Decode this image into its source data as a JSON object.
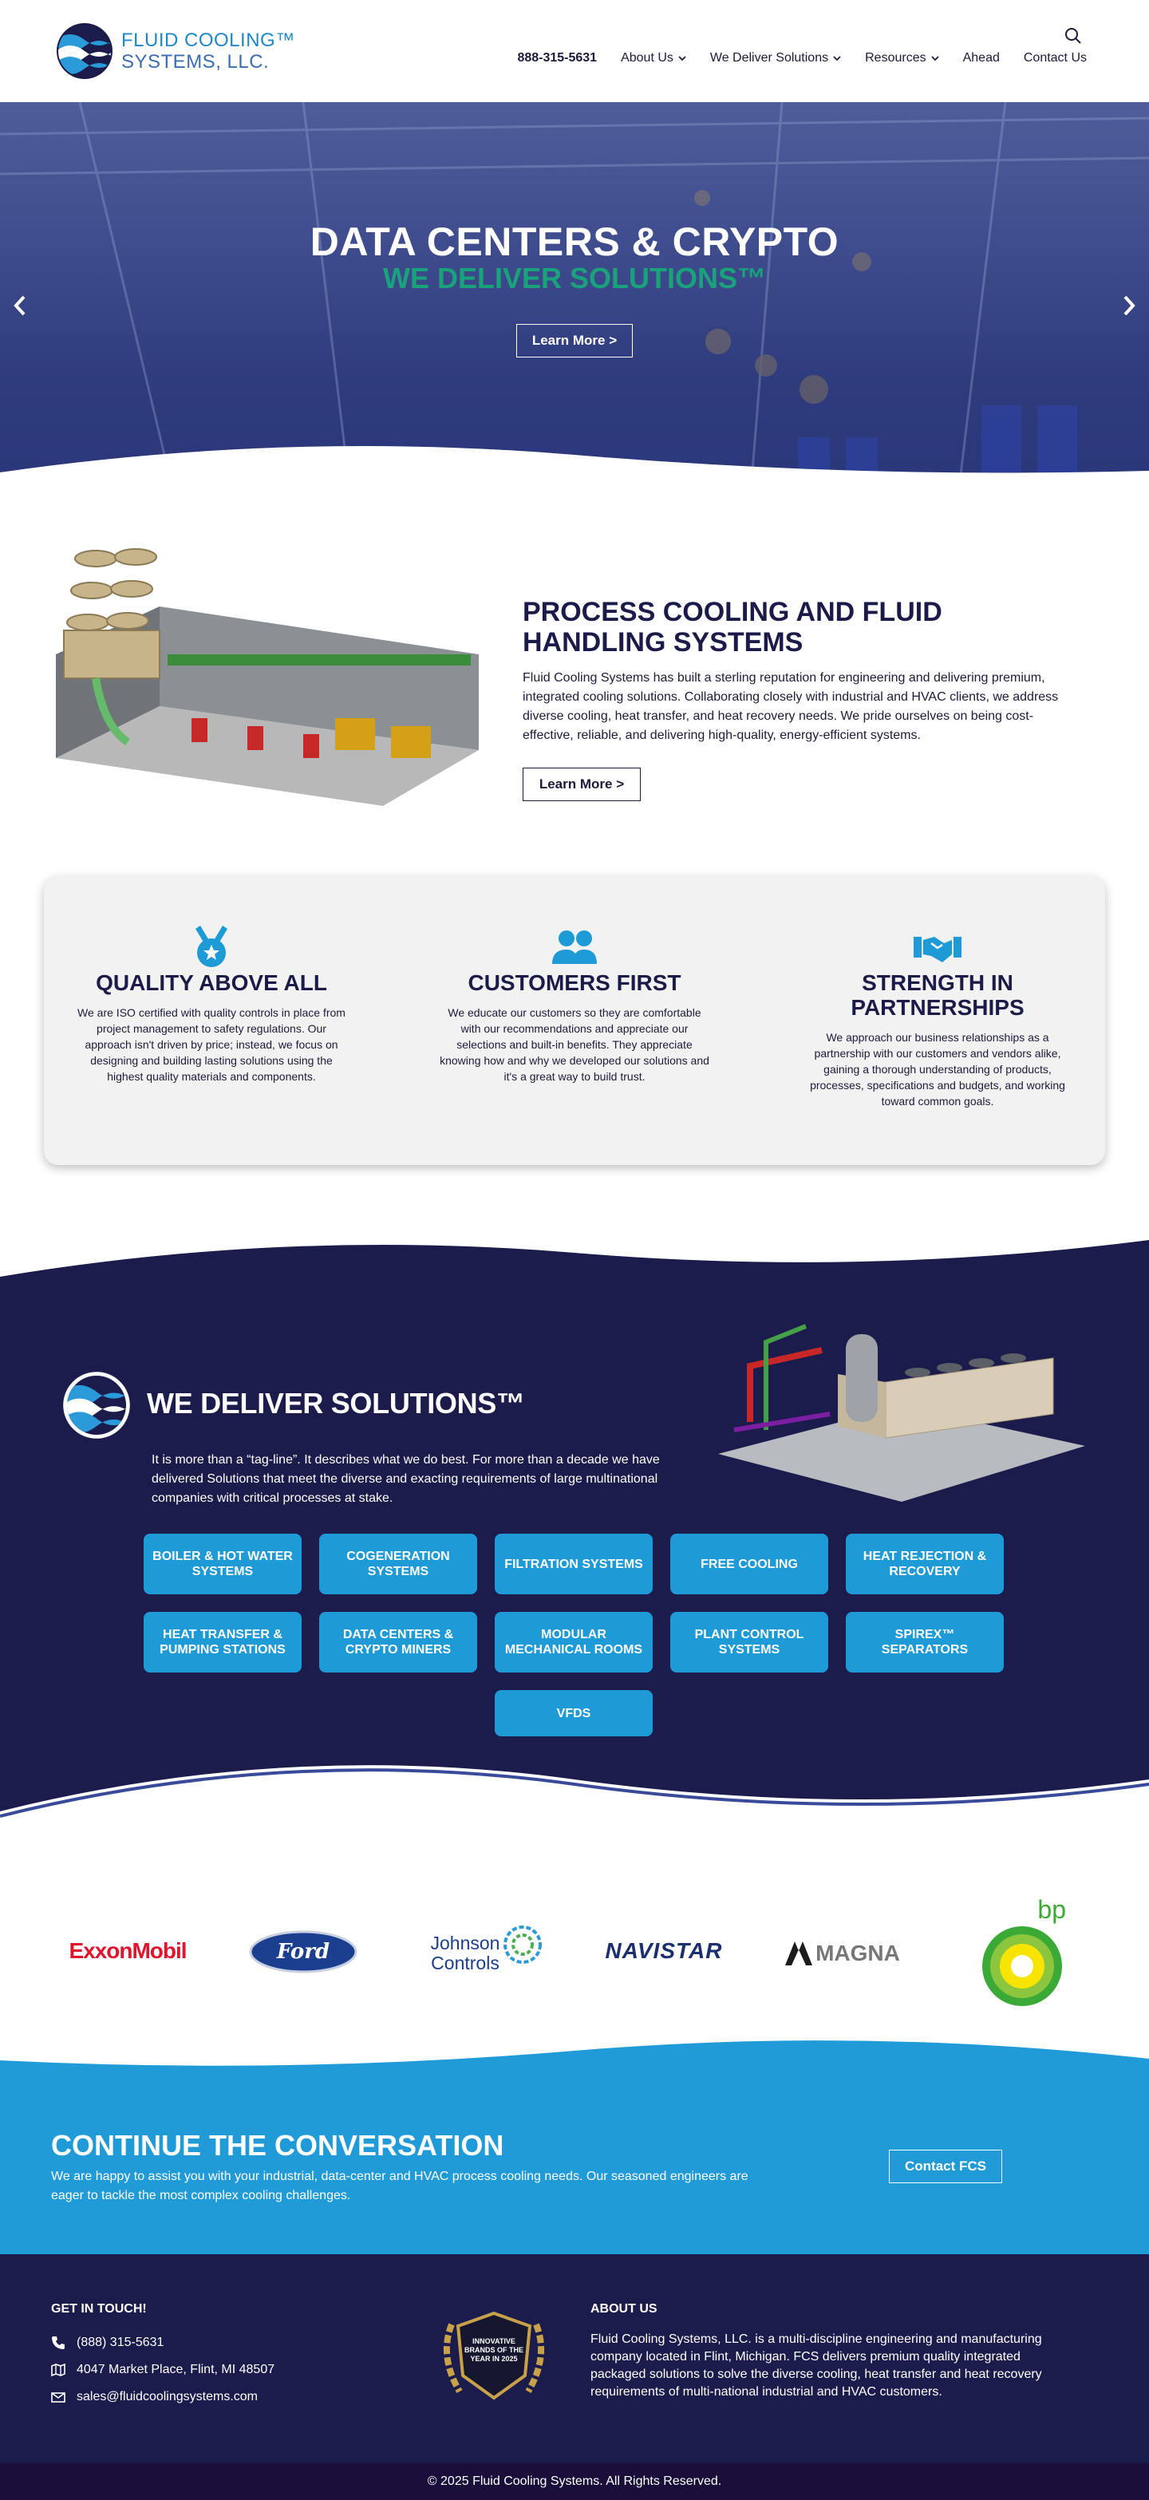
{
  "header": {
    "logo_line1": "FLUID COOLING™",
    "logo_line2": "SYSTEMS, LLC.",
    "phone": "888-315-5631",
    "nav": [
      {
        "label": "About Us",
        "dropdown": true
      },
      {
        "label": "We Deliver Solutions",
        "dropdown": true
      },
      {
        "label": "Resources",
        "dropdown": true
      },
      {
        "label": "Ahead",
        "dropdown": false
      },
      {
        "label": "Contact Us",
        "dropdown": false
      }
    ]
  },
  "hero": {
    "title": "DATA CENTERS & CRYPTO",
    "subtitle": "WE DELIVER SOLUTIONS™",
    "button": "Learn More >"
  },
  "process": {
    "title": "PROCESS COOLING AND FLUID HANDLING SYSTEMS",
    "body": "Fluid Cooling Systems has built a sterling reputation for engineering and delivering premium, integrated cooling solutions. Collaborating closely with industrial and HVAC clients, we address diverse cooling, heat transfer, and heat recovery needs. We pride ourselves on being cost-effective, reliable, and delivering high-quality, energy-efficient systems.",
    "button": "Learn More >"
  },
  "values": [
    {
      "icon": "medal-icon",
      "title": "QUALITY ABOVE ALL",
      "body": "We are ISO certified with quality controls in place from project management to safety regulations. Our approach isn't driven by price; instead, we focus on designing and building lasting solutions using the highest quality materials and components."
    },
    {
      "icon": "users-icon",
      "title": "CUSTOMERS FIRST",
      "body": "We educate our customers so they are comfortable with our recommendations and appreciate our selections and built-in benefits. They appreciate knowing how and why we developed our solutions and it's a great way to build trust."
    },
    {
      "icon": "handshake-icon",
      "title": "STRENGTH IN PARTNERSHIPS",
      "body": "We approach our business relationships as a partnership with our customers and vendors alike, gaining a thorough understanding of products, processes, specifications and budgets, and working toward common goals."
    }
  ],
  "solutions": {
    "title": "WE DELIVER SOLUTIONS™",
    "body": "It is more than a “tag-line”. It describes what we do best. For more than a decade we have delivered Solutions that meet the diverse and exacting requirements of large multinational companies with critical processes at stake.",
    "buttons": [
      "BOILER & HOT WATER SYSTEMS",
      "COGENERATION SYSTEMS",
      "FILTRATION SYSTEMS",
      "FREE COOLING",
      "HEAT REJECTION & RECOVERY",
      "HEAT TRANSFER & PUMPING STATIONS",
      "DATA CENTERS & CRYPTO MINERS",
      "MODULAR MECHANICAL ROOMS",
      "PLANT CONTROL SYSTEMS",
      "SPIREX™ SEPARATORS",
      "VFDS"
    ]
  },
  "clients": {
    "exxon": "ExxonMobil",
    "ford": "Ford",
    "johnson_line1": "Johnson",
    "johnson_line2": "Controls",
    "navistar": "NAVISTAR",
    "magna": "MAGNA",
    "bp": "bp"
  },
  "cta": {
    "title": "CONTINUE THE CONVERSATION",
    "body": "We are happy to assist you with your industrial, data-center and HVAC process cooling needs. Our seasoned engineers are eager to tackle the most complex cooling challenges.",
    "button": "Contact FCS"
  },
  "footer": {
    "contact_heading": "GET IN TOUCH!",
    "phone": "(888) 315-5631",
    "address": "4047 Market Place, Flint, MI 48507",
    "email": "sales@fluidcoolingsystems.com",
    "badge_line1": "INNOVATIVE",
    "badge_line2": "BRANDS OF THE",
    "badge_line3": "YEAR IN 2025",
    "about_heading": "ABOUT US",
    "about_body": "Fluid Cooling Systems, LLC. is a multi-discipline engineering and manufacturing company located in Flint, Michigan. FCS delivers premium quality integrated packaged solutions to solve the diverse cooling, heat transfer and heat recovery requirements of multi-national industrial and HVAC customers.",
    "copyright": "© 2025 Fluid Cooling Systems. All Rights Reserved."
  },
  "colors": {
    "navy": "#1b1c4b",
    "accent_blue": "#1e9ad6",
    "hero_green": "#1aa37a"
  }
}
